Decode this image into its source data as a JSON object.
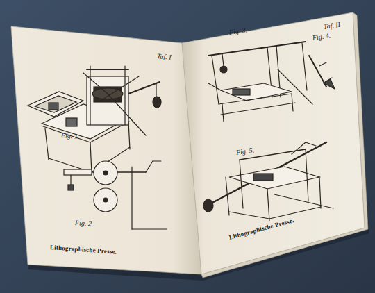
{
  "diagram": {
    "labels": [
      "Taf. I",
      "Fig. 1.",
      "Fig. 2.",
      "Lithographische Presse.",
      "Taf. II",
      "Fig. 3.",
      "Fig. 4.",
      "Fig. 5.",
      "Lithographische Presse."
    ]
  }
}
